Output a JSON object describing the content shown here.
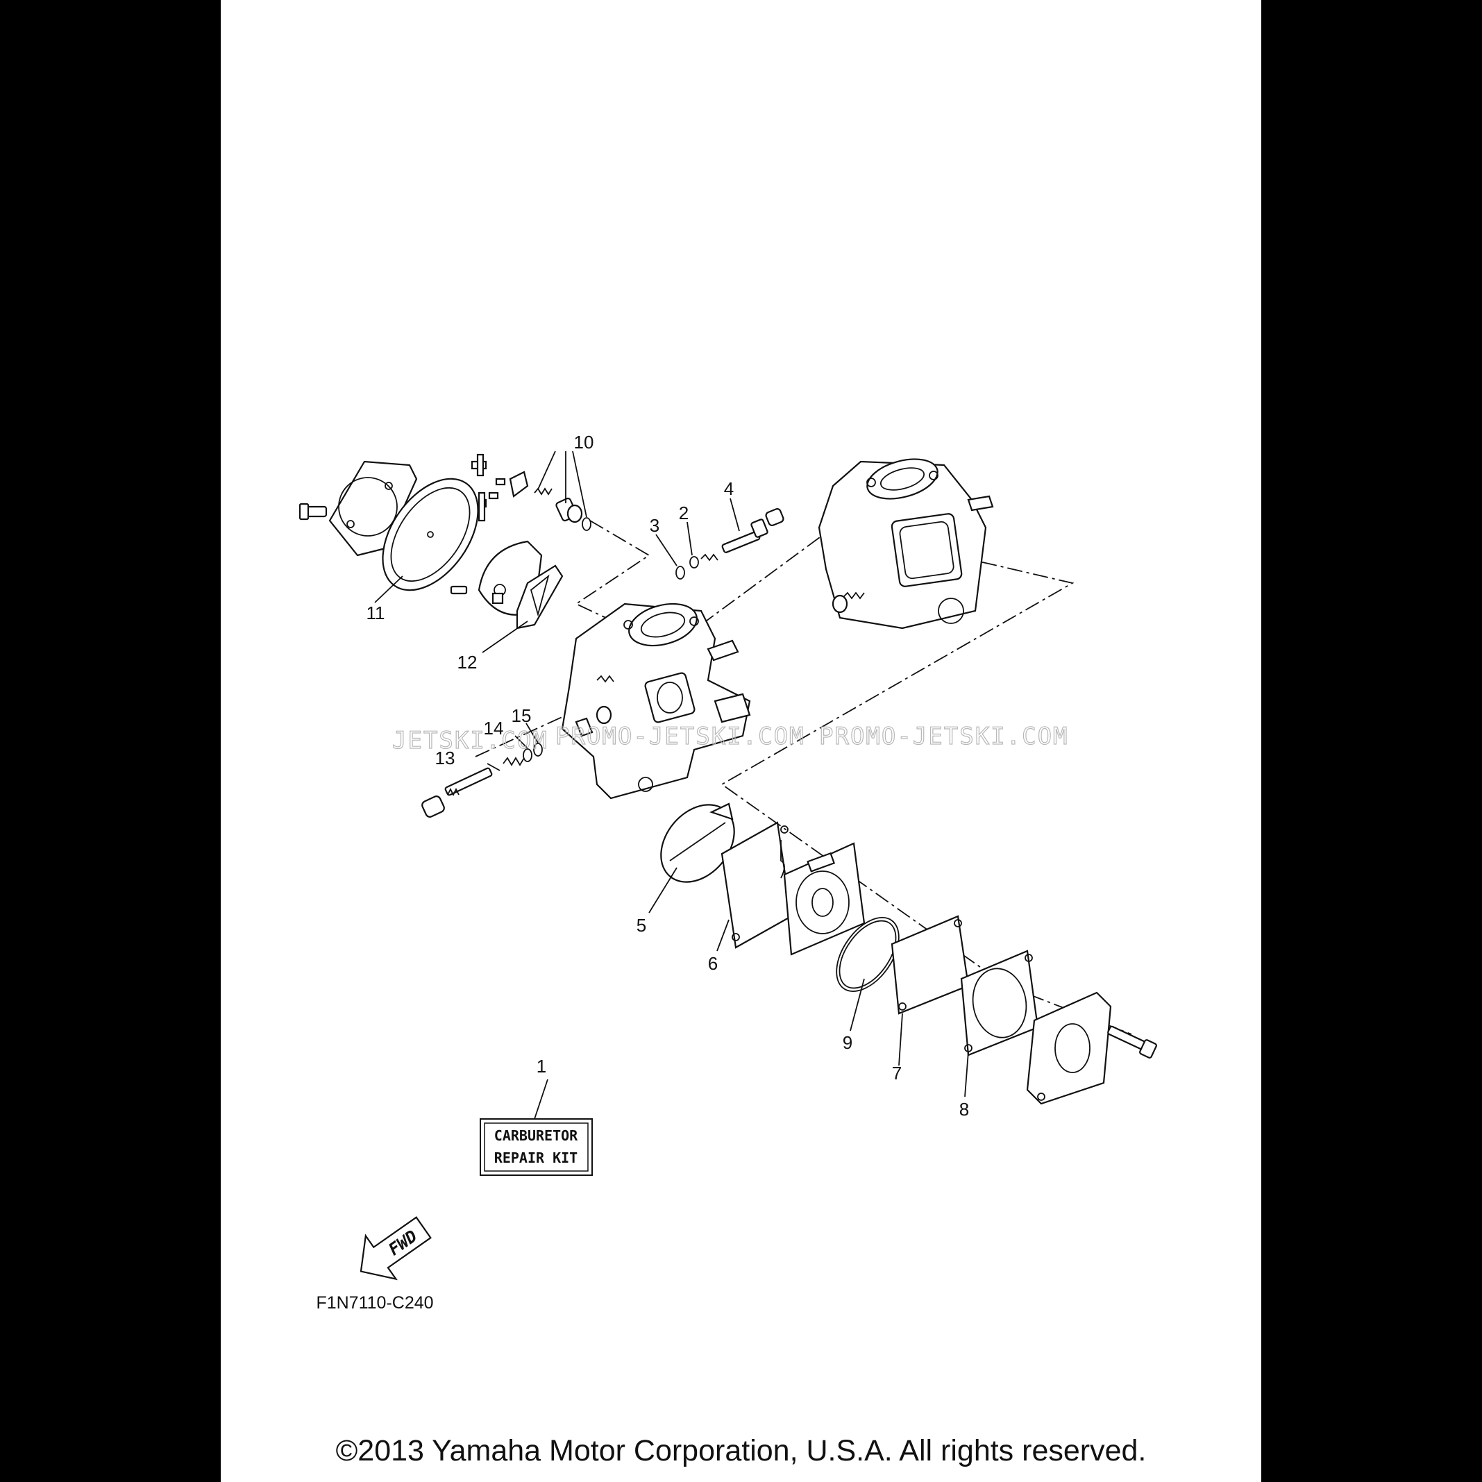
{
  "callouts": [
    {
      "id": "1",
      "text": "1"
    },
    {
      "id": "2",
      "text": "2"
    },
    {
      "id": "3",
      "text": "3"
    },
    {
      "id": "4",
      "text": "4"
    },
    {
      "id": "5",
      "text": "5"
    },
    {
      "id": "6",
      "text": "6"
    },
    {
      "id": "7",
      "text": "7"
    },
    {
      "id": "8",
      "text": "8"
    },
    {
      "id": "9",
      "text": "9"
    },
    {
      "id": "10",
      "text": "10"
    },
    {
      "id": "11",
      "text": "11"
    },
    {
      "id": "12",
      "text": "12"
    },
    {
      "id": "13",
      "text": "13"
    },
    {
      "id": "14",
      "text": "14"
    },
    {
      "id": "15",
      "text": "15"
    }
  ],
  "kit_box": {
    "line1": "CARBURETOR",
    "line2": "REPAIR KIT"
  },
  "fwd_arrow": {
    "label": "FWD",
    "icon": "fwd-arrow-icon"
  },
  "diagram_code": "F1N7110-C240",
  "watermark": {
    "left": "JETSKI.COM",
    "middle": "PROMO-JETSKI.COM",
    "right": "PROMO-JETSKI.COM"
  },
  "copyright": "©2013 Yamaha Motor Corporation, U.S.A. All rights reserved."
}
